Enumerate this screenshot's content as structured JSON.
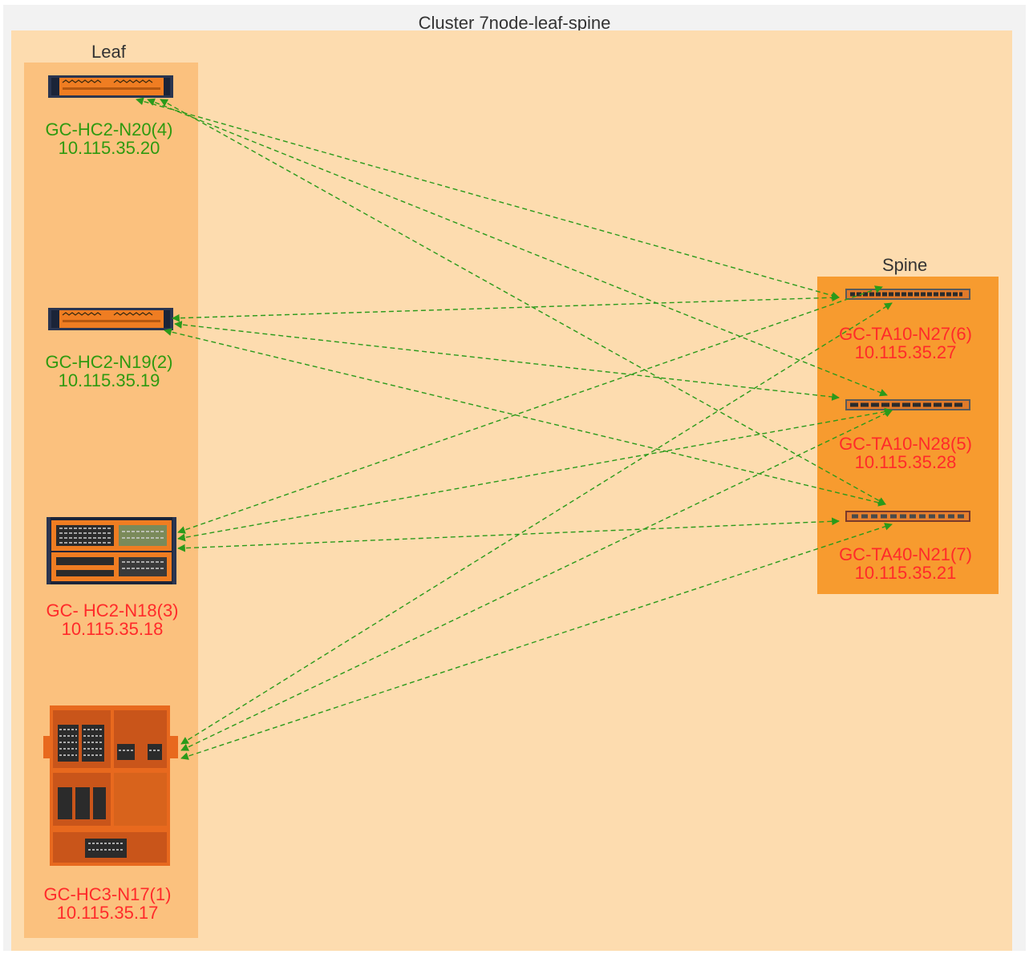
{
  "cluster": {
    "title": "Cluster 7node-leaf-spine"
  },
  "colors": {
    "frame": "#f2f2f2",
    "cluster_bg": "#fddcaf",
    "leaf_bg": "#fbc17e",
    "spine_bg": "#f79b2f",
    "link": "#2a9a1a",
    "ok_text": "#2e9a0f",
    "alert_text": "#ff2a2a",
    "device_orange": "#ef7d22"
  },
  "groups": {
    "leaf": {
      "title": "Leaf"
    },
    "spine": {
      "title": "Spine"
    }
  },
  "nodes": {
    "n20": {
      "name": "GC-HC2-N20(4)",
      "ip": "10.115.35.20",
      "status": "ok",
      "icon": "server-1u-icon"
    },
    "n19": {
      "name": "GC-HC2-N19(2)",
      "ip": "10.115.35.19",
      "status": "ok",
      "icon": "server-1u-icon"
    },
    "n18": {
      "name": "GC- HC2-N18(3)",
      "ip": "10.115.35.18",
      "status": "alert",
      "icon": "chassis-2u-icon"
    },
    "n17": {
      "name": "GC-HC3-N17(1)",
      "ip": "10.115.35.17",
      "status": "alert",
      "icon": "chassis-large-icon"
    },
    "n27": {
      "name": "GC-TA10-N27(6)",
      "ip": "10.115.35.27",
      "status": "alert",
      "icon": "switch-1u-icon"
    },
    "n28": {
      "name": "GC-TA10-N28(5)",
      "ip": "10.115.35.28",
      "status": "alert",
      "icon": "switch-1u-icon"
    },
    "n21": {
      "name": "GC-TA40-N21(7)",
      "ip": "10.115.35.21",
      "status": "alert",
      "icon": "switch-1u-icon"
    }
  },
  "links": [
    {
      "from": "n20",
      "to": "n27"
    },
    {
      "from": "n20",
      "to": "n28"
    },
    {
      "from": "n20",
      "to": "n21"
    },
    {
      "from": "n19",
      "to": "n27"
    },
    {
      "from": "n19",
      "to": "n28"
    },
    {
      "from": "n19",
      "to": "n21"
    },
    {
      "from": "n18",
      "to": "n27"
    },
    {
      "from": "n18",
      "to": "n28"
    },
    {
      "from": "n18",
      "to": "n21"
    },
    {
      "from": "n17",
      "to": "n27"
    },
    {
      "from": "n17",
      "to": "n28"
    },
    {
      "from": "n17",
      "to": "n21"
    }
  ]
}
